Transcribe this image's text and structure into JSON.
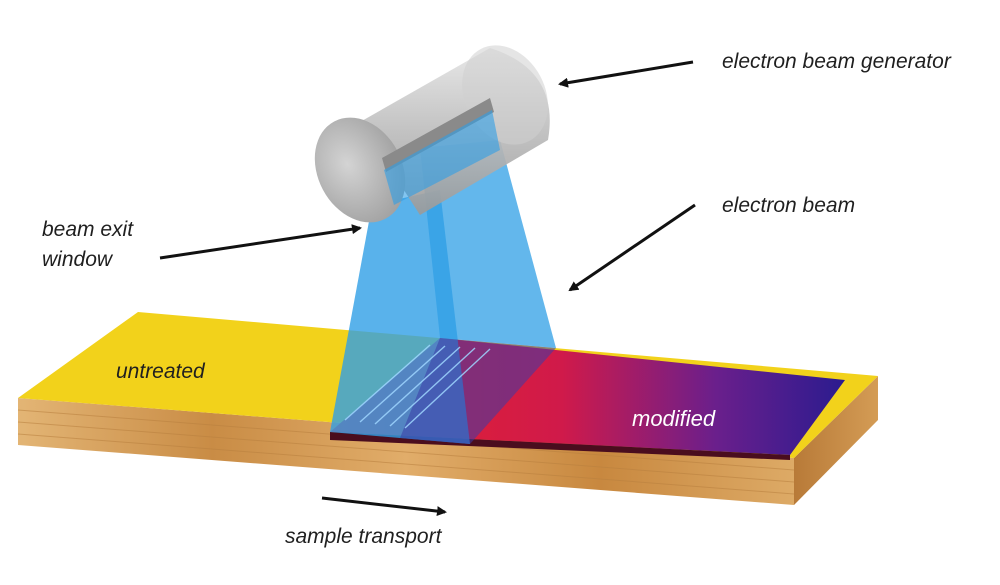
{
  "labels": {
    "generator": "electron beam generator",
    "beam": "electron beam",
    "exit_window_line1": "beam exit",
    "exit_window_line2": "window",
    "untreated": "untreated",
    "modified": "modified",
    "transport": "sample transport"
  },
  "colors": {
    "untreated": "#f2d21b",
    "wood": "#d9a45e",
    "beam": "#2f9fe6",
    "modified_start": "#e8232b",
    "modified_end": "#2b1b8f",
    "cylinder": "#c8c8c8",
    "arrow": "#111111"
  },
  "icons": {
    "generator": "cylinder-generator-icon",
    "arrows": "arrow-icon"
  }
}
